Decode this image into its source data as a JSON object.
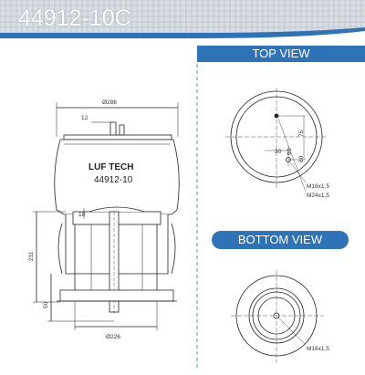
{
  "header": {
    "part_number": "44912-10C",
    "band_color": "#2e73b8",
    "grid_color": "#b9c2c9"
  },
  "views": {
    "top_view_label": "TOP VIEW",
    "bottom_view_label": "BOTTOM VIEW"
  },
  "side_view": {
    "brand": "LUF TECH",
    "model": "44912-10",
    "dim_top_diameter": "Ø286",
    "dim_stud_offset": "12",
    "dim_piston_small": "18",
    "dim_height": "211",
    "dim_piston_height": "50",
    "dim_bottom_diameter": "Ø226"
  },
  "top_view": {
    "dim_75": "75",
    "dim_30": "30",
    "dim_80": "80",
    "dim_90": "90",
    "thread_1": "M16x1,5",
    "thread_2": "M24x1,5"
  },
  "bottom_view": {
    "thread": "M16x1,5"
  }
}
